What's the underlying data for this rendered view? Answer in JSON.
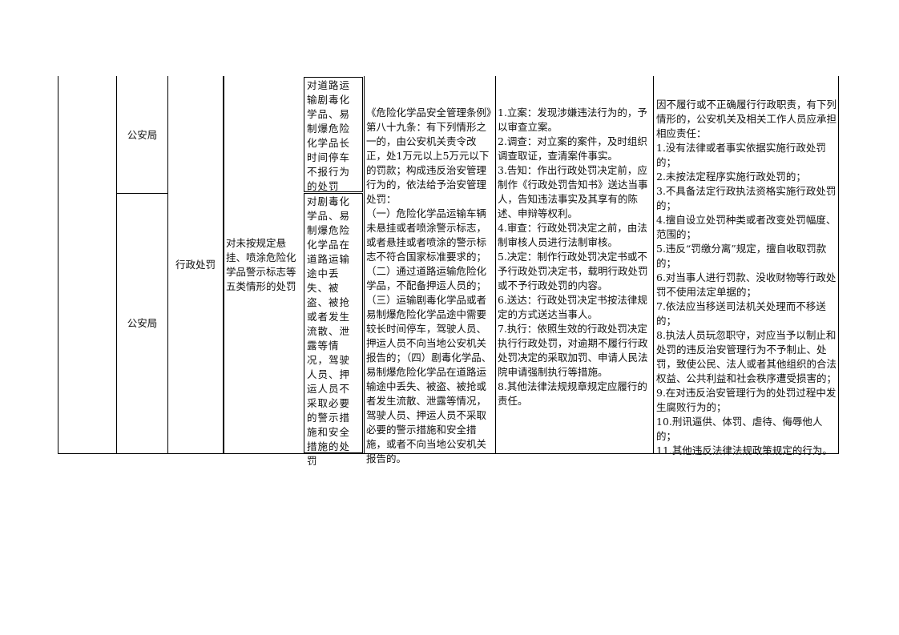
{
  "table": {
    "rows": [
      {
        "department": "公安局"
      },
      {
        "department": "公安局"
      }
    ],
    "category": "行政处罚",
    "item_name": "对未按规定悬挂、喷涂危险化学品警示标志等五类情形的处罚",
    "sub_items": [
      "对道路运输剧毒化学品、易制爆危险化学品长时间停车不报行为的处罚",
      "对剧毒化学品、易制爆危险化学品在道路运输途中丢失、被盗、被抢或者发生流散、泄露等情况，驾驶人员、押运人员不采取必要的警示措施和安全措施的处罚"
    ],
    "legal_basis": "《危险化学品安全管理条例》第八十九条：有下列情形之一的，由公安机关责令改正，处1万元以上5万元以下的罚款；构成违反治安管理行为的，依法给予治安管理处罚：\n（一）危险化学品运输车辆未悬挂或者喷涂警示标志，或者悬挂或者喷涂的警示标志不符合国家标准要求的；（二）通过道路运输危险化学品，不配备押运人员的；（三）运输剧毒化学品或者易制爆危险化学品途中需要较长时间停车，驾驶人员、押运人员不向当地公安机关报告的；（四）剧毒化学品、易制爆危险化学品在道路运输途中丢失、被盗、被抢或者发生流散、泄露等情况，驾驶人员、押运人员不采取必要的警示措施和安全措施，或者不向当地公安机关报告的。",
    "procedure": "1.立案：发现涉嫌违法行为的，予以审查立案。\n2.调查：对立案的案件，及时组织调查取证，查清案件事实。\n3.告知：作出行政处罚决定前，应制作《行政处罚告知书》送达当事人，告知违法事实及其享有的陈述、申辩等权利。\n4.审查：行政处罚决定之前，由法制审核人员进行法制审核。\n5.决定：制作行政处罚决定书或不予行政处罚决定书，载明行政处罚或不予行政处罚的内容。\n6.送达：行政处罚决定书按法律规定的方式送达当事人。\n7.执行：依照生效的行政处罚决定执行行政处罚，对逾期不履行行政处罚决定的采取加罚、申请人民法院申请强制执行等措施。\n8.其他法律法规规章规定应履行的责任。",
    "liability": "因不履行或不正确履行行政职责，有下列情形的，公安机关及相关工作人员应承担相应责任：\n1.没有法律或者事实依据实施行政处罚的；\n2.未按法定程序实施行政处罚的；\n3.不具备法定行政执法资格实施行政处罚的；\n4.擅自设立处罚种类或者改变处罚幅度、范围的；\n5.违反“罚缴分离”规定，擅自收取罚款的；\n6.对当事人进行罚款、没收财物等行政处罚不使用法定单据的；\n7.依法应当移送司法机关处理而不移送的；\n8.执法人员玩忽职守，对应当予以制止和处罚的违反治安管理行为不予制止、处罚，致使公民、法人或者其他组织的合法权益、公共利益和社会秩序遭受损害的；\n9.在对违反治安管理行为的处罚过程中发生腐败行为的；\n10.刑讯逼供、体罚、虐待、侮辱他人的；\n11.其他违反法律法规政策规定的行为。"
  }
}
